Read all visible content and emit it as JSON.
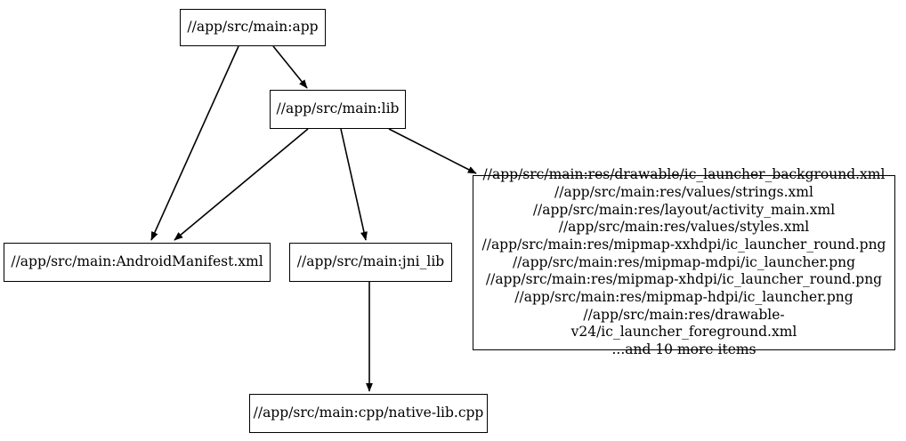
{
  "graph": {
    "type": "directed-dependency-graph",
    "background_color": "#ffffff",
    "edge_color": "#000000",
    "node_border_color": "#000000",
    "node_fill_color": "#ffffff",
    "nodes": [
      {
        "id": "app",
        "label": "//app/src/main:app"
      },
      {
        "id": "lib",
        "label": "//app/src/main:lib"
      },
      {
        "id": "manifest",
        "label": "//app/src/main:AndroidManifest.xml"
      },
      {
        "id": "jni_lib",
        "label": "//app/src/main:jni_lib"
      },
      {
        "id": "native_lib",
        "label": "//app/src/main:cpp/native-lib.cpp"
      },
      {
        "id": "resources",
        "label": "//app/src/main:res/drawable/ic_launcher_background.xml\n//app/src/main:res/values/strings.xml\n//app/src/main:res/layout/activity_main.xml\n//app/src/main:res/values/styles.xml\n//app/src/main:res/mipmap-xxhdpi/ic_launcher_round.png\n//app/src/main:res/mipmap-mdpi/ic_launcher.png\n//app/src/main:res/mipmap-xhdpi/ic_launcher_round.png\n//app/src/main:res/mipmap-hdpi/ic_launcher.png\n//app/src/main:res/drawable-v24/ic_launcher_foreground.xml\n...and 10 more items",
        "lines": [
          "//app/src/main:res/drawable/ic_launcher_background.xml",
          "//app/src/main:res/values/strings.xml",
          "//app/src/main:res/layout/activity_main.xml",
          "//app/src/main:res/values/styles.xml",
          "//app/src/main:res/mipmap-xxhdpi/ic_launcher_round.png",
          "//app/src/main:res/mipmap-mdpi/ic_launcher.png",
          "//app/src/main:res/mipmap-xhdpi/ic_launcher_round.png",
          "//app/src/main:res/mipmap-hdpi/ic_launcher.png",
          "//app/src/main:res/drawable-v24/ic_launcher_foreground.xml",
          "...and 10 more items"
        ]
      }
    ],
    "edges": [
      {
        "from": "app",
        "to": "lib"
      },
      {
        "from": "app",
        "to": "manifest"
      },
      {
        "from": "lib",
        "to": "manifest"
      },
      {
        "from": "lib",
        "to": "jni_lib"
      },
      {
        "from": "lib",
        "to": "resources"
      },
      {
        "from": "jni_lib",
        "to": "native_lib"
      }
    ]
  }
}
